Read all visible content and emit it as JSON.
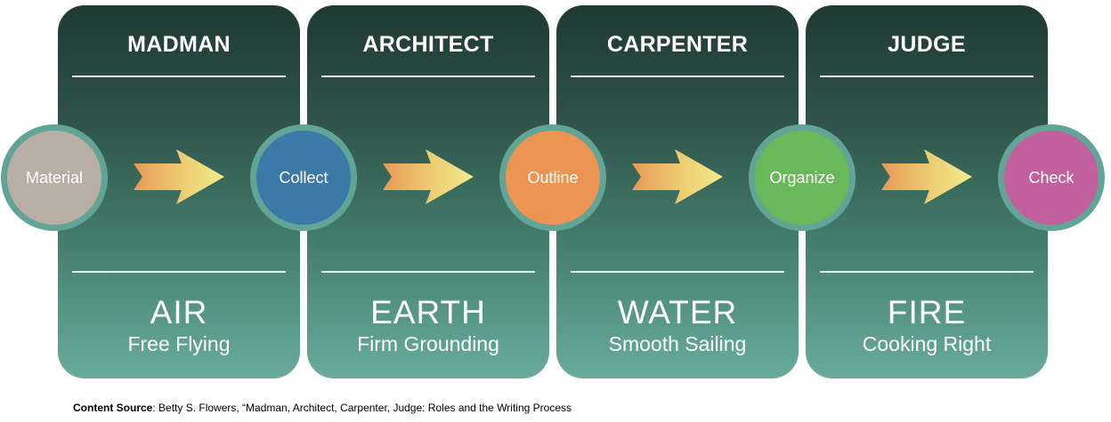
{
  "roles": [
    {
      "title": "MADMAN",
      "element": "AIR",
      "subtitle": "Free Flying"
    },
    {
      "title": "ARCHITECT",
      "element": "EARTH",
      "subtitle": "Firm Grounding"
    },
    {
      "title": "CARPENTER",
      "element": "WATER",
      "subtitle": "Smooth Sailing"
    },
    {
      "title": "JUDGE",
      "element": "FIRE",
      "subtitle": "Cooking Right"
    }
  ],
  "steps": [
    {
      "label": "Material",
      "color": "#b9aea4"
    },
    {
      "label": "Collect",
      "color": "#3b79a8"
    },
    {
      "label": "Outline",
      "color": "#ec9452"
    },
    {
      "label": "Organize",
      "color": "#69b95a"
    },
    {
      "label": "Check",
      "color": "#c2609e"
    }
  ],
  "source": {
    "label": "Content Source",
    "text": ": Betty S. Flowers, “Madman, Architect, Carpenter, Judge: Roles and the Writing Process"
  }
}
